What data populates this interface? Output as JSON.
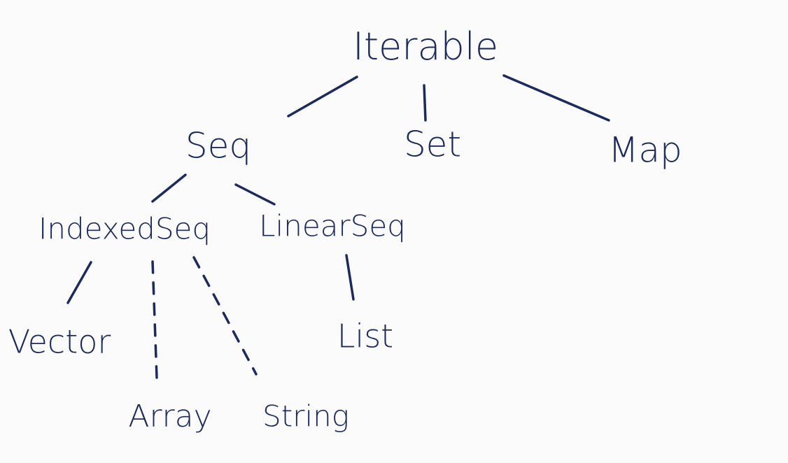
{
  "diagram": {
    "title": "Scala collections hierarchy",
    "color": "#1c2a5c",
    "nodes": {
      "iterable": "Iterable",
      "seq": "Seq",
      "set": "Set",
      "map": "Map",
      "indexedseq": "IndexedSeq",
      "linearseq": "LinearSeq",
      "vector": "Vector",
      "list": "List",
      "array": "Array",
      "string": "String"
    },
    "edges": [
      {
        "from": "Iterable",
        "to": "Seq",
        "style": "solid"
      },
      {
        "from": "Iterable",
        "to": "Set",
        "style": "solid"
      },
      {
        "from": "Iterable",
        "to": "Map",
        "style": "solid"
      },
      {
        "from": "Seq",
        "to": "IndexedSeq",
        "style": "solid"
      },
      {
        "from": "Seq",
        "to": "LinearSeq",
        "style": "solid"
      },
      {
        "from": "IndexedSeq",
        "to": "Vector",
        "style": "solid"
      },
      {
        "from": "IndexedSeq",
        "to": "Array",
        "style": "dashed"
      },
      {
        "from": "IndexedSeq",
        "to": "String",
        "style": "dashed"
      },
      {
        "from": "LinearSeq",
        "to": "List",
        "style": "solid"
      }
    ]
  }
}
